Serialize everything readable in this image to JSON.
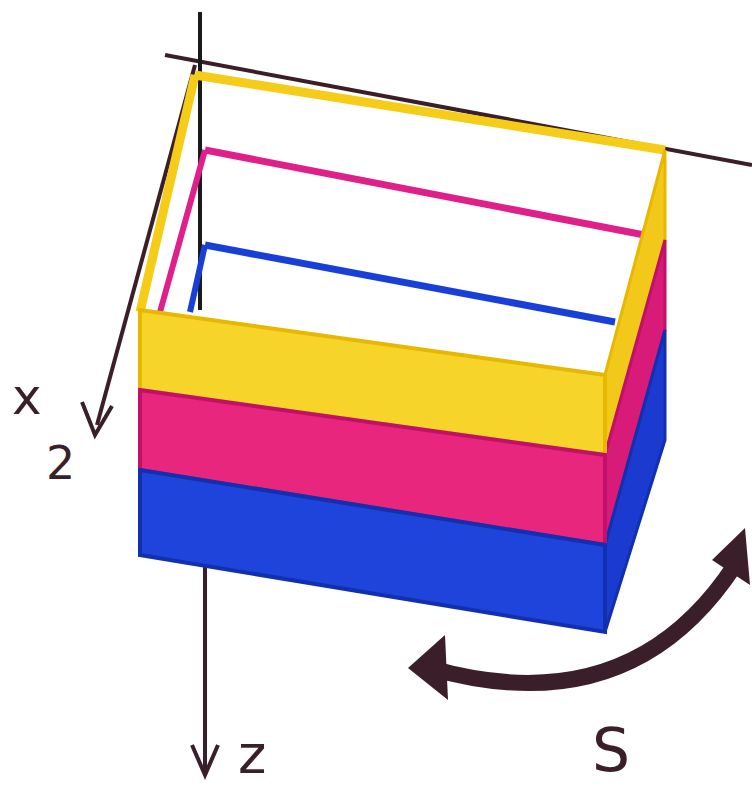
{
  "diagram": {
    "labels": [
      "x",
      "2",
      "z",
      "S"
    ]
  }
}
